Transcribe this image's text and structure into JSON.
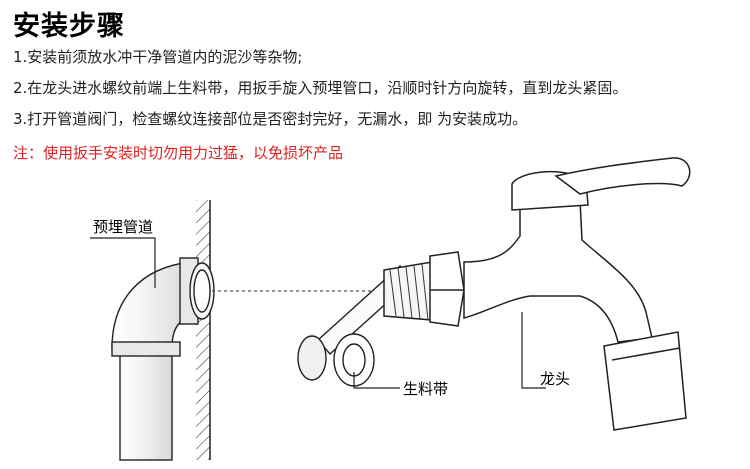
{
  "title": "安装步骤",
  "steps": [
    "1.安装前须放水冲干净管道内的泥沙等杂物;",
    "2.在龙头进水螺纹前端上生料带，用扳手旋入预埋管口，沿顺时针方向旋转，直到龙头紧固。",
    "3.打开管道阀门，检查螺纹连接部位是否密封完好，无漏水，即 为安装成功。"
  ],
  "note": "注：使用扳手安装时切勿用力过猛，以免损坏产品",
  "labels": {
    "pipe": "预埋管道",
    "tape": "生料带",
    "faucet": "龙头"
  },
  "colors": {
    "note": "#e02020",
    "line": "#333333"
  }
}
